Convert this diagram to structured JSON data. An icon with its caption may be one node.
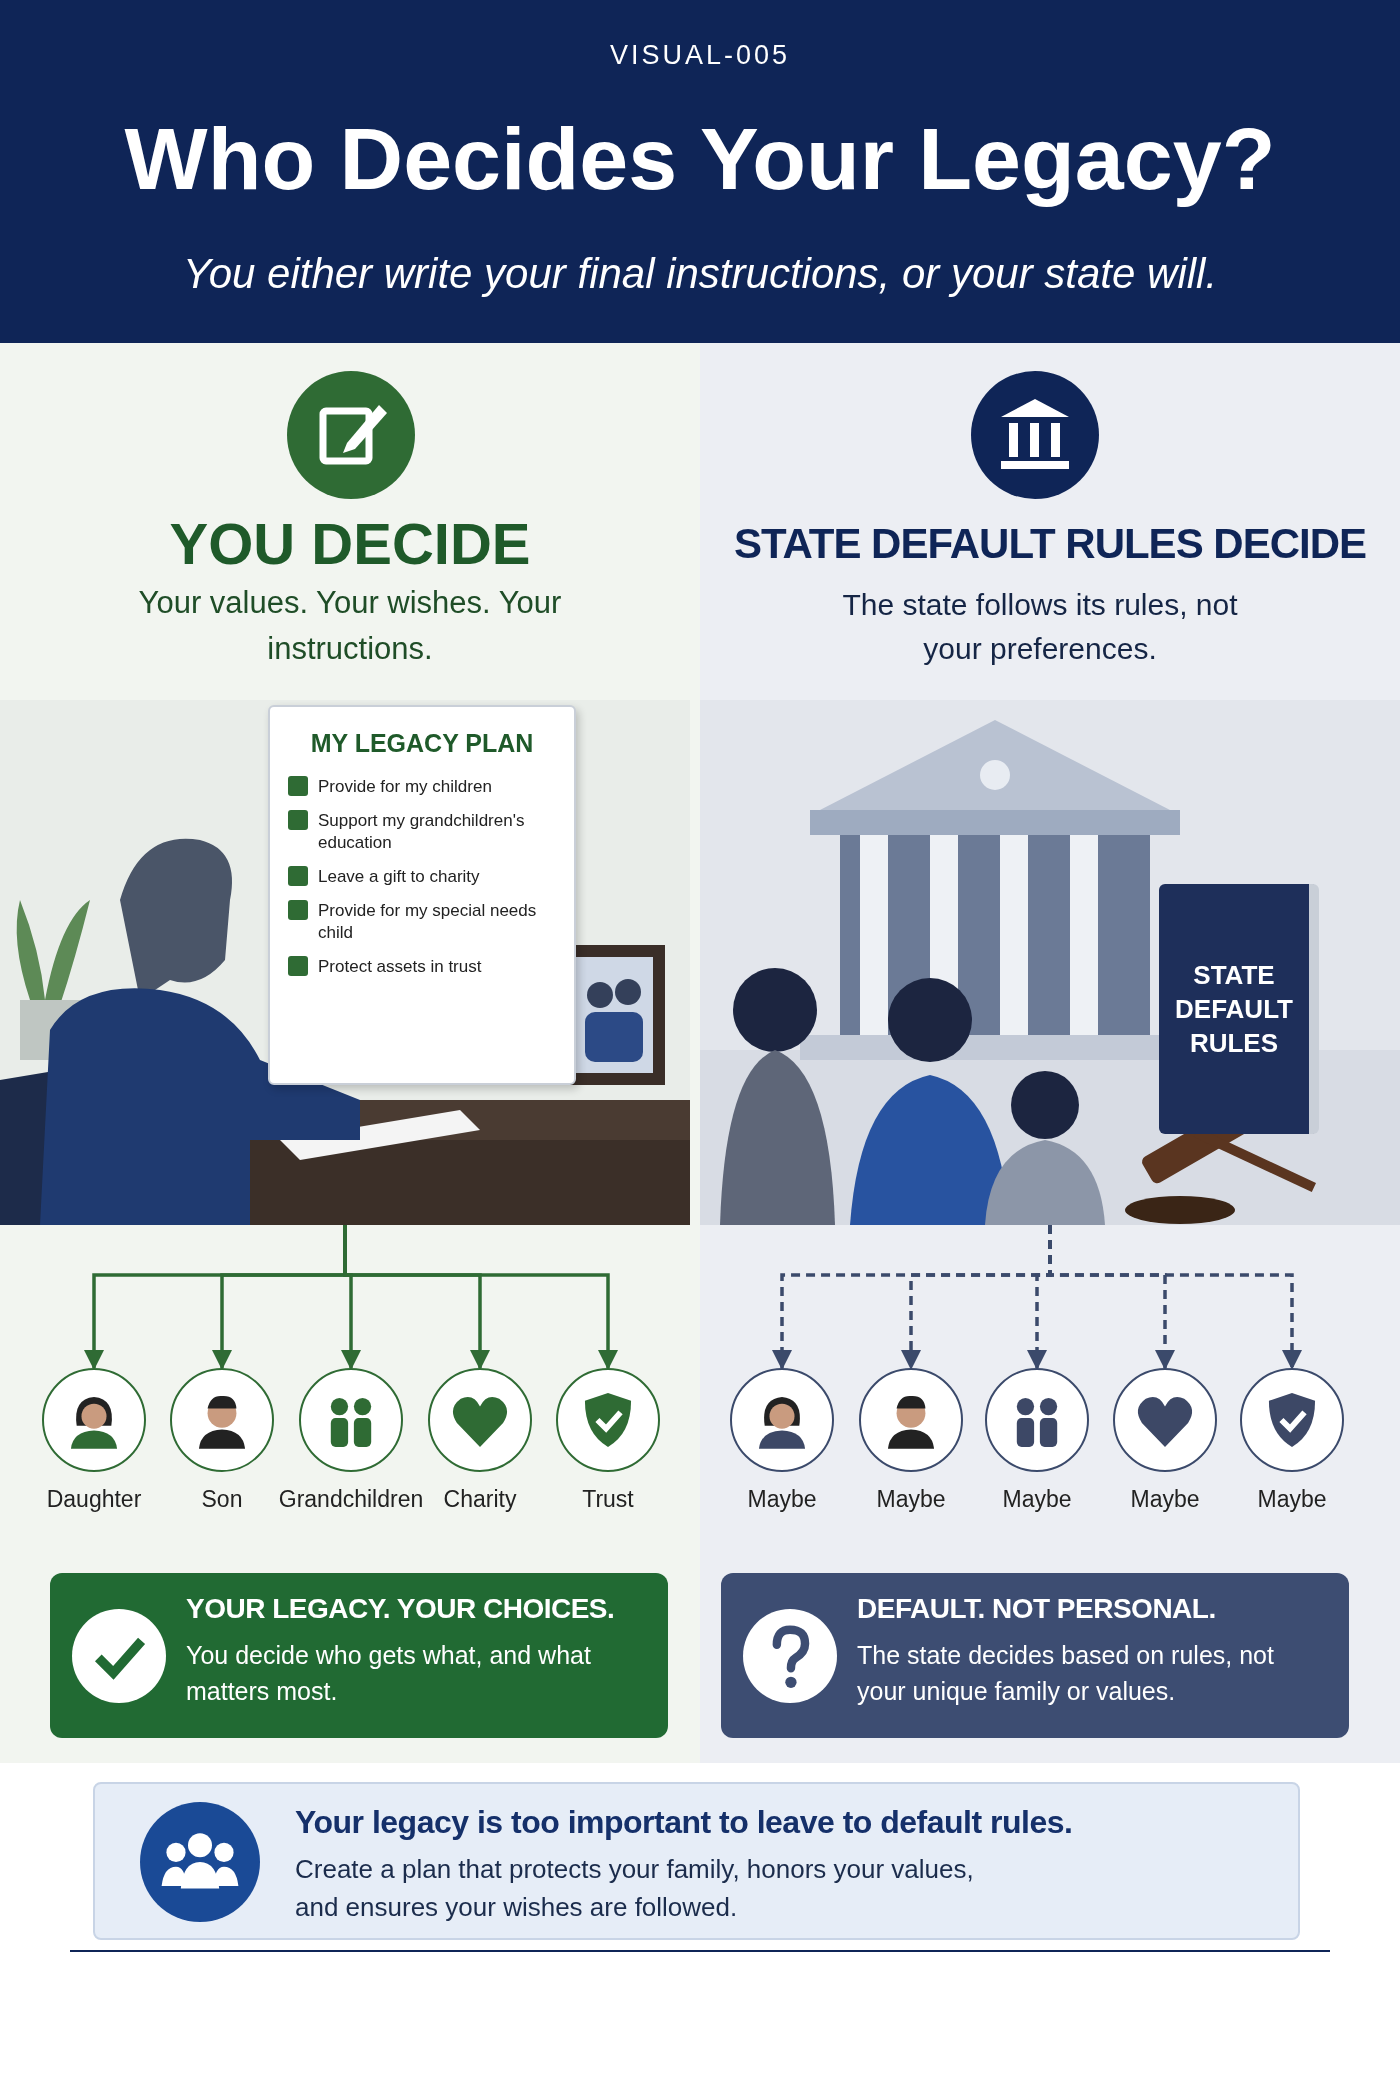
{
  "diagram": {
    "title": "Who Decides Your Legacy?",
    "nodes": [
      {
        "text": [],
        "shape": "picture"
      },
      {
        "text": [
          "MY LEGACY PLAN",
          "Provide for my children",
          "Support my grandchildren's education",
          "Leave a gift to charity",
          "Provide for my special needs child",
          "Protect assets in trust"
        ],
        "in": 0
      },
      {
        "text": [
          "Daughter"
        ]
      },
      {
        "text": [
          "Son"
        ]
      },
      {
        "text": [
          "Grandchildren"
        ]
      },
      {
        "text": [
          "Charity"
        ]
      },
      {
        "text": [
          "Trust"
        ]
      },
      {
        "text": [],
        "shape": "picture"
      },
      {
        "text": [
          "STATE DEFAULT RULES"
        ],
        "in": 7
      },
      {
        "text": [
          "Maybe"
        ]
      },
      {
        "text": [
          "Maybe"
        ]
      },
      {
        "text": [
          "Maybe"
        ]
      },
      {
        "text": [
          "Maybe"
        ]
      },
      {
        "text": [
          "Maybe"
        ]
      },
      {
        "text": [
          "YOUR LEGACY. YOUR CHOICES.",
          "You decide who gets what, and what matters most."
        ]
      },
      {
        "text": [
          "DEFAULT. NOT PERSONAL.",
          "The state decides based on rules, not your unique family or values."
        ]
      },
      {
        "text": [
          "Your legacy is too important to leave to default rules.",
          "Create a plan that protects your family, honors your values, and ensures your wishes are followed."
        ]
      }
    ],
    "edges": [
      {
        "from": 0,
        "to": 2,
        "arrow": "to",
        "color": "#2f6b34"
      },
      {
        "from": 0,
        "to": 3,
        "arrow": "to",
        "color": "#2f6b34"
      },
      {
        "from": 0,
        "to": 4,
        "arrow": "to",
        "color": "#2f6b34"
      },
      {
        "from": 0,
        "to": 5,
        "arrow": "to",
        "color": "#2f6b34"
      },
      {
        "from": 0,
        "to": 6,
        "arrow": "to",
        "color": "#2f6b34"
      },
      {
        "from": 7,
        "to": 9,
        "arrow": "to",
        "style": "dashed",
        "color": "#3b4a6b"
      },
      {
        "from": 7,
        "to": 10,
        "arrow": "to",
        "style": "dashed",
        "color": "#3b4a6b"
      },
      {
        "from": 7,
        "to": 11,
        "arrow": "to",
        "style": "dashed",
        "color": "#3b4a6b"
      },
      {
        "from": 7,
        "to": 12,
        "arrow": "to",
        "style": "dashed",
        "color": "#3b4a6b"
      },
      {
        "from": 7,
        "to": 13,
        "arrow": "to",
        "style": "dashed",
        "color": "#3b4a6b"
      }
    ],
    "labels": [
      "VISUAL-005",
      "You either write your final instructions, or your state will.",
      "YOU DECIDE",
      "Your values. Your wishes. Your instructions.",
      "STATE DEFAULT RULES DECIDE",
      "The state follows its rules, not your preferences."
    ]
  }
}
